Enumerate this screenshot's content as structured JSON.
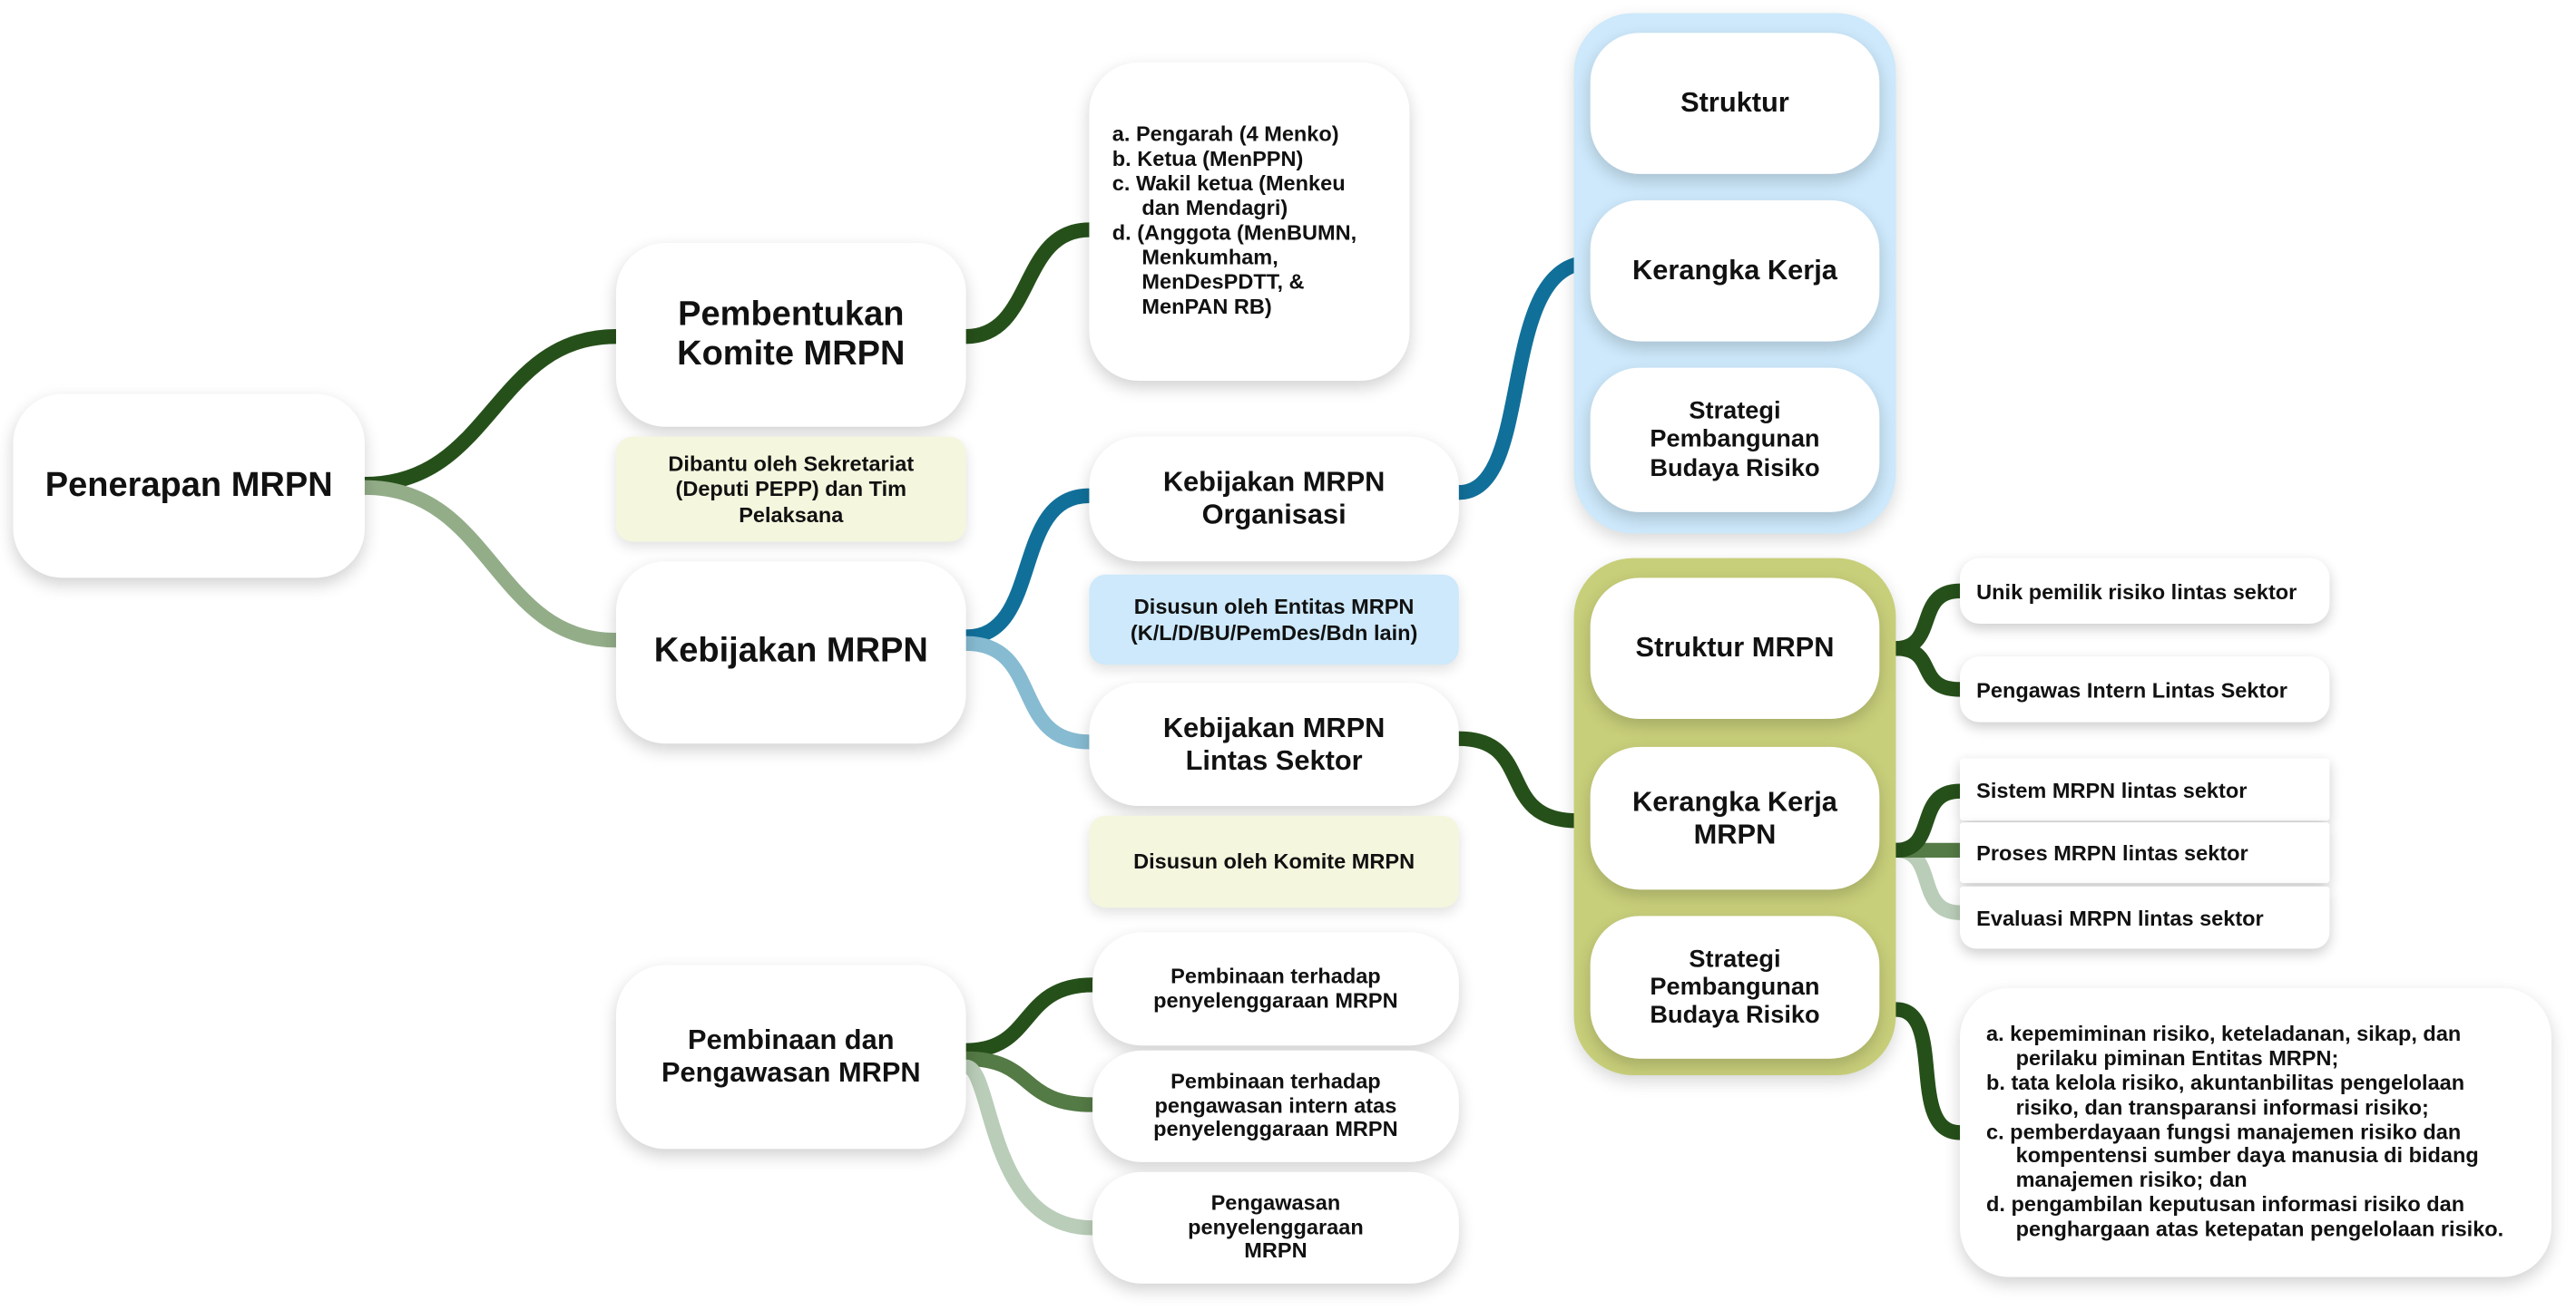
{
  "root": {
    "label": "Penerapan MRPN"
  },
  "branches": {
    "pembentukan": {
      "label": "Pembentukan Komite MRPN",
      "note": "Dibantu oleh Sekretariat (Deputi PEPP) dan Tim Pelaksana",
      "members": [
        "a.  Pengarah (4 Menko)",
        "b.  Ketua (MenPPN)",
        "c.  Wakil ketua (Menkeu dan Mendagri)",
        "d. (Anggota (MenBUMN, Menkumham, MenDesPDTT, & MenPAN RB)"
      ]
    },
    "kebijakan": {
      "label": "Kebijakan MRPN",
      "organisasi": {
        "label": "Kebijakan MRPN Organisasi",
        "note": "Disusun oleh Entitas MRPN (K/L/D/BU/PemDes/Bdn lain)",
        "items": [
          "Struktur",
          "Kerangka Kerja",
          "Strategi Pembangunan Budaya Risiko"
        ]
      },
      "lintas": {
        "label": "Kebijakan MRPN Lintas Sektor",
        "note": "Disusun oleh Komite MRPN",
        "items": [
          {
            "label": "Struktur MRPN",
            "children": [
              "Unik pemilik risiko lintas sektor",
              "Pengawas Intern Lintas Sektor"
            ]
          },
          {
            "label": "Kerangka Kerja MRPN",
            "children": [
              "Sistem MRPN lintas sektor",
              "Proses MRPN lintas sektor",
              "Evaluasi MRPN lintas sektor"
            ]
          },
          {
            "label": "Strategi Pembangunan Budaya Risiko",
            "children": [
              "a.  kepemiminan risiko, keteladanan, sikap, dan perilaku piminan Entitas MRPN;",
              "b.  tata kelola risiko, akuntanbilitas pengelolaan risiko, dan transparansi informasi risiko;",
              "c.  pemberdayaan fungsi manajemen risiko dan kompentensi sumber daya manusia di bidang manajemen risiko; dan",
              "d.  pengambilan keputusan informasi risiko dan penghargaan atas ketepatan pengelolaan risiko."
            ]
          }
        ]
      }
    },
    "pembinaan": {
      "label": "Pembinaan dan Pengawasan MRPN",
      "items": [
        "Pembinaan terhadap penyelenggaraan MRPN",
        "Pembinaan terhadap pengawasan intern atas penyelenggaraan MRPN",
        "Pengawasan penyelenggaraan MRPN"
      ]
    }
  },
  "colors": {
    "dark_green": "#26501a",
    "mid_green": "#547a45",
    "light_green": "#9db696",
    "blue": "#11709a",
    "light_blue": "#86bbd2",
    "panel_blue": "#cde9fb",
    "panel_green": "#c8cf7a",
    "cream": "#f4f6de"
  }
}
